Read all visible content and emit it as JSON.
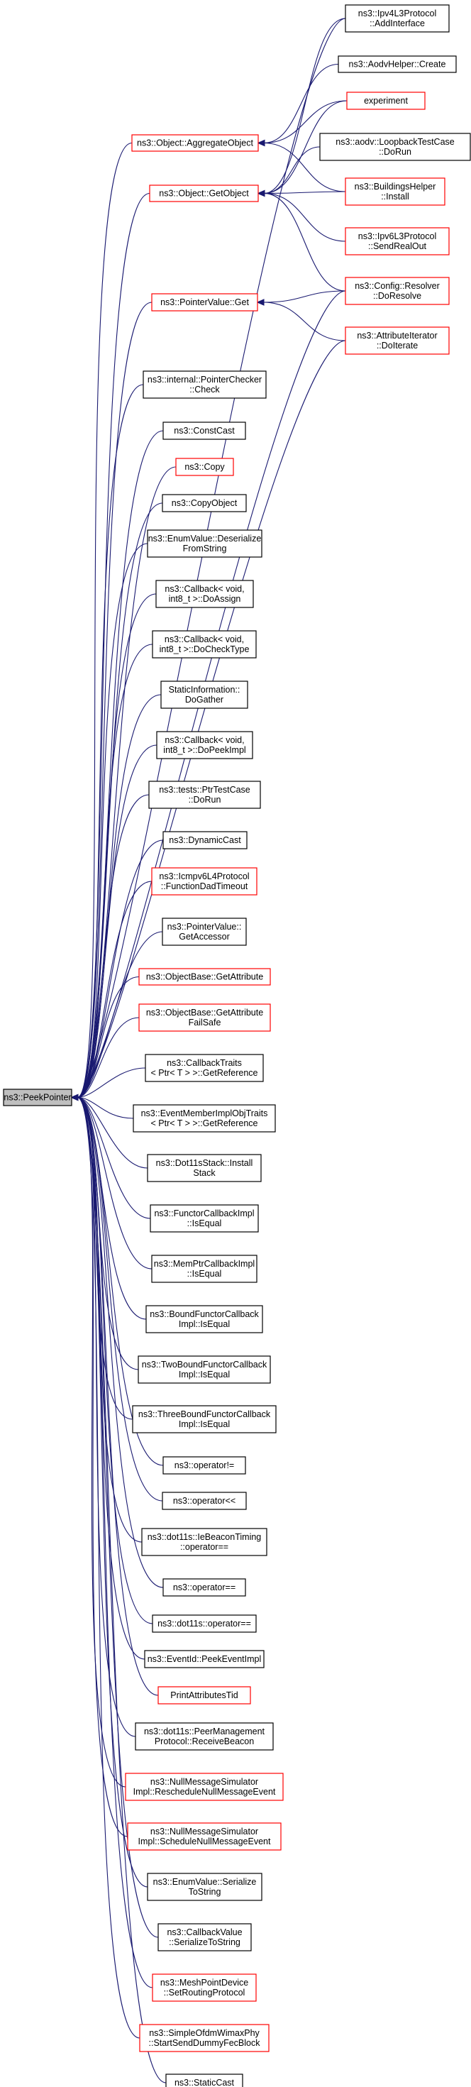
{
  "diagram": {
    "type": "call-graph",
    "edge_color": "#191970",
    "root": {
      "id": "root",
      "lines": [
        "ns3::PeekPointer"
      ]
    },
    "nodes": [
      {
        "id": "addinterface",
        "lines": [
          "ns3::Ipv4L3Protocol",
          "::AddInterface"
        ],
        "highlight": false
      },
      {
        "id": "aodvcreate",
        "lines": [
          "ns3::AodvHelper::Create"
        ],
        "highlight": false
      },
      {
        "id": "aggregate",
        "lines": [
          "ns3::Object::AggregateObject"
        ],
        "highlight": true
      },
      {
        "id": "experiment",
        "lines": [
          "experiment"
        ],
        "highlight": true
      },
      {
        "id": "loopback",
        "lines": [
          "ns3::aodv::LoopbackTestCase",
          "::DoRun"
        ],
        "highlight": false
      },
      {
        "id": "getobject",
        "lines": [
          "ns3::Object::GetObject"
        ],
        "highlight": true
      },
      {
        "id": "buildings",
        "lines": [
          "ns3::BuildingsHelper",
          "::Install"
        ],
        "highlight": true
      },
      {
        "id": "sendrealout",
        "lines": [
          "ns3::Ipv6L3Protocol",
          "::SendRealOut"
        ],
        "highlight": true
      },
      {
        "id": "pvget",
        "lines": [
          "ns3::PointerValue::Get"
        ],
        "highlight": true
      },
      {
        "id": "doresolve",
        "lines": [
          "ns3::Config::Resolver",
          "::DoResolve"
        ],
        "highlight": true
      },
      {
        "id": "doiterate",
        "lines": [
          "ns3::AttributeIterator",
          "::DoIterate"
        ],
        "highlight": true
      },
      {
        "id": "pcheck",
        "lines": [
          "ns3::internal::PointerChecker",
          "::Check"
        ],
        "highlight": false
      },
      {
        "id": "constcast",
        "lines": [
          "ns3::ConstCast"
        ],
        "highlight": false
      },
      {
        "id": "copy",
        "lines": [
          "ns3::Copy"
        ],
        "highlight": true
      },
      {
        "id": "copyobject",
        "lines": [
          "ns3::CopyObject"
        ],
        "highlight": false
      },
      {
        "id": "enumdeser",
        "lines": [
          "ns3::EnumValue::Deserialize",
          "FromString"
        ],
        "highlight": false
      },
      {
        "id": "cbassign",
        "lines": [
          "ns3::Callback< void,",
          "int8_t >::DoAssign"
        ],
        "highlight": false
      },
      {
        "id": "cbchecktype",
        "lines": [
          "ns3::Callback< void,",
          "int8_t >::DoCheckType"
        ],
        "highlight": false
      },
      {
        "id": "staticinfo",
        "lines": [
          "StaticInformation::",
          "DoGather"
        ],
        "highlight": false
      },
      {
        "id": "cbpeekimpl",
        "lines": [
          "ns3::Callback< void,",
          "int8_t >::DoPeekImpl"
        ],
        "highlight": false
      },
      {
        "id": "ptrtest",
        "lines": [
          "ns3::tests::PtrTestCase",
          "::DoRun"
        ],
        "highlight": false
      },
      {
        "id": "dyncast",
        "lines": [
          "ns3::DynamicCast"
        ],
        "highlight": false
      },
      {
        "id": "icmpv6",
        "lines": [
          "ns3::Icmpv6L4Protocol",
          "::FunctionDadTimeout"
        ],
        "highlight": true
      },
      {
        "id": "pvaccessor",
        "lines": [
          "ns3::PointerValue::",
          "GetAccessor"
        ],
        "highlight": false
      },
      {
        "id": "obgetattr",
        "lines": [
          "ns3::ObjectBase::GetAttribute"
        ],
        "highlight": true
      },
      {
        "id": "obgetattrfs",
        "lines": [
          "ns3::ObjectBase::GetAttribute",
          "FailSafe"
        ],
        "highlight": true
      },
      {
        "id": "cbtraits",
        "lines": [
          "ns3::CallbackTraits",
          "< Ptr< T > >::GetReference"
        ],
        "highlight": false
      },
      {
        "id": "emiotraits",
        "lines": [
          "ns3::EventMemberImplObjTraits",
          "< Ptr< T > >::GetReference"
        ],
        "highlight": false
      },
      {
        "id": "dot11sinstall",
        "lines": [
          "ns3::Dot11sStack::Install",
          "Stack"
        ],
        "highlight": false
      },
      {
        "id": "functorcb",
        "lines": [
          "ns3::FunctorCallbackImpl",
          "::IsEqual"
        ],
        "highlight": false
      },
      {
        "id": "memptrcb",
        "lines": [
          "ns3::MemPtrCallbackImpl",
          "::IsEqual"
        ],
        "highlight": false
      },
      {
        "id": "boundfunctor",
        "lines": [
          "ns3::BoundFunctorCallback",
          "Impl::IsEqual"
        ],
        "highlight": false
      },
      {
        "id": "twobound",
        "lines": [
          "ns3::TwoBoundFunctorCallback",
          "Impl::IsEqual"
        ],
        "highlight": false
      },
      {
        "id": "threebound",
        "lines": [
          "ns3::ThreeBoundFunctorCallback",
          "Impl::IsEqual"
        ],
        "highlight": false
      },
      {
        "id": "opne",
        "lines": [
          "ns3::operator!="
        ],
        "highlight": false
      },
      {
        "id": "opshl",
        "lines": [
          "ns3::operator<<"
        ],
        "highlight": false
      },
      {
        "id": "beacontiming",
        "lines": [
          "ns3::dot11s::IeBeaconTiming",
          "::operator=="
        ],
        "highlight": false
      },
      {
        "id": "opeq",
        "lines": [
          "ns3::operator=="
        ],
        "highlight": false
      },
      {
        "id": "dot11seq",
        "lines": [
          "ns3::dot11s::operator=="
        ],
        "highlight": false
      },
      {
        "id": "eventid",
        "lines": [
          "ns3::EventId::PeekEventImpl"
        ],
        "highlight": false
      },
      {
        "id": "printattr",
        "lines": [
          "PrintAttributesTid"
        ],
        "highlight": true
      },
      {
        "id": "peermgmt",
        "lines": [
          "ns3::dot11s::PeerManagement",
          "Protocol::ReceiveBeacon"
        ],
        "highlight": false
      },
      {
        "id": "nullresched",
        "lines": [
          "ns3::NullMessageSimulator",
          "Impl::RescheduleNullMessageEvent"
        ],
        "highlight": true
      },
      {
        "id": "nullsched",
        "lines": [
          "ns3::NullMessageSimulator",
          "Impl::ScheduleNullMessageEvent"
        ],
        "highlight": true
      },
      {
        "id": "enumser",
        "lines": [
          "ns3::EnumValue::Serialize",
          "ToString"
        ],
        "highlight": false
      },
      {
        "id": "cbvalser",
        "lines": [
          "ns3::CallbackValue",
          "::SerializeToString"
        ],
        "highlight": false
      },
      {
        "id": "meshpoint",
        "lines": [
          "ns3::MeshPointDevice",
          "::SetRoutingProtocol"
        ],
        "highlight": true
      },
      {
        "id": "wimax",
        "lines": [
          "ns3::SimpleOfdmWimaxPhy",
          "::StartSendDummyFecBlock"
        ],
        "highlight": true
      },
      {
        "id": "staticcast",
        "lines": [
          "ns3::StaticCast"
        ],
        "highlight": false
      }
    ],
    "edges": [
      [
        "aggregate",
        "root"
      ],
      [
        "getobject",
        "root"
      ],
      [
        "pvget",
        "root"
      ],
      [
        "addinterface",
        "root"
      ],
      [
        "doresolve",
        "root"
      ],
      [
        "doiterate",
        "root"
      ],
      [
        "pcheck",
        "root"
      ],
      [
        "constcast",
        "root"
      ],
      [
        "copy",
        "root"
      ],
      [
        "copyobject",
        "root"
      ],
      [
        "enumdeser",
        "root"
      ],
      [
        "cbassign",
        "root"
      ],
      [
        "cbchecktype",
        "root"
      ],
      [
        "staticinfo",
        "root"
      ],
      [
        "cbpeekimpl",
        "root"
      ],
      [
        "ptrtest",
        "root"
      ],
      [
        "dyncast",
        "root"
      ],
      [
        "icmpv6",
        "root"
      ],
      [
        "pvaccessor",
        "root"
      ],
      [
        "obgetattr",
        "root"
      ],
      [
        "obgetattrfs",
        "root"
      ],
      [
        "cbtraits",
        "root"
      ],
      [
        "emiotraits",
        "root"
      ],
      [
        "dot11sinstall",
        "root"
      ],
      [
        "functorcb",
        "root"
      ],
      [
        "memptrcb",
        "root"
      ],
      [
        "boundfunctor",
        "root"
      ],
      [
        "twobound",
        "root"
      ],
      [
        "threebound",
        "root"
      ],
      [
        "opne",
        "root"
      ],
      [
        "opshl",
        "root"
      ],
      [
        "beacontiming",
        "root"
      ],
      [
        "opeq",
        "root"
      ],
      [
        "dot11seq",
        "root"
      ],
      [
        "eventid",
        "root"
      ],
      [
        "printattr",
        "root"
      ],
      [
        "peermgmt",
        "root"
      ],
      [
        "nullresched",
        "root"
      ],
      [
        "nullsched",
        "root"
      ],
      [
        "enumser",
        "root"
      ],
      [
        "cbvalser",
        "root"
      ],
      [
        "meshpoint",
        "root"
      ],
      [
        "wimax",
        "root"
      ],
      [
        "staticcast",
        "root"
      ],
      [
        "aodvcreate",
        "aggregate"
      ],
      [
        "experiment",
        "aggregate"
      ],
      [
        "buildings",
        "aggregate"
      ],
      [
        "addinterface",
        "getobject"
      ],
      [
        "experiment",
        "getobject"
      ],
      [
        "loopback",
        "getobject"
      ],
      [
        "buildings",
        "getobject"
      ],
      [
        "sendrealout",
        "getobject"
      ],
      [
        "doresolve",
        "getobject"
      ],
      [
        "doresolve",
        "pvget"
      ],
      [
        "doiterate",
        "pvget"
      ]
    ]
  }
}
